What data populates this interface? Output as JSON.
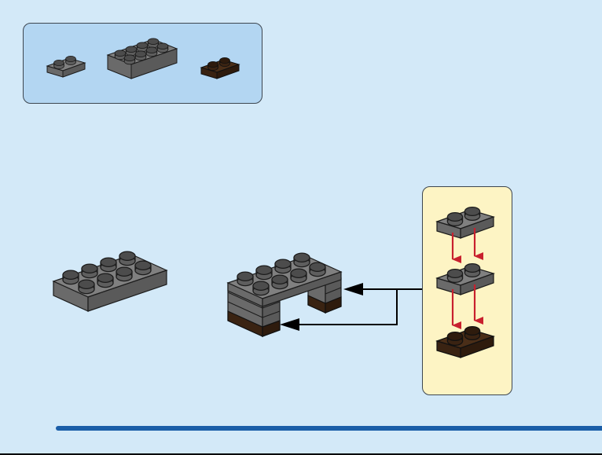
{
  "colors": {
    "background": "#d3e9f8",
    "parts_box_fill": "#b3d6f2",
    "subassembly_box_fill": "#fdf4c4",
    "grey_plate": "#6e6e6e",
    "grey_plate_top": "#808080",
    "brown_plate": "#3a2312",
    "brown_plate_top": "#4a2e18",
    "arrow_red": "#c8202e",
    "arrow_black": "#000000",
    "progress_line": "#1a5ea8"
  },
  "parts_list": [
    {
      "name": "plate-1x2-dark-grey",
      "color": "grey"
    },
    {
      "name": "plate-2x4-dark-grey",
      "color": "grey"
    },
    {
      "name": "plate-1x2-dark-brown",
      "color": "brown"
    }
  ],
  "subassembly_steps": [
    {
      "name": "plate-1x2-dark-grey",
      "color": "grey"
    },
    {
      "name": "plate-1x2-dark-grey",
      "color": "grey"
    },
    {
      "name": "plate-1x2-dark-brown",
      "color": "brown"
    }
  ],
  "icons": [
    "red-down-arrow-icon",
    "black-left-arrow-icon"
  ]
}
